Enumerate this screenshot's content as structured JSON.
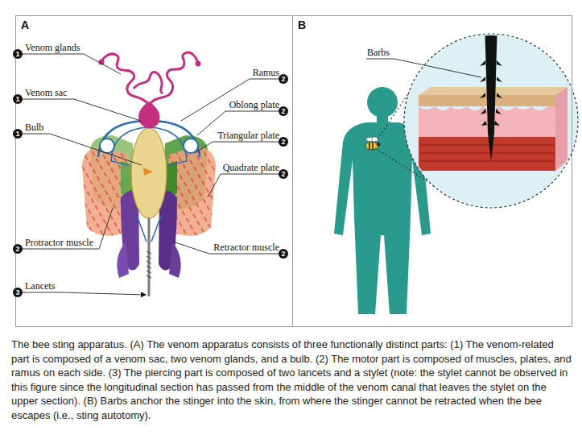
{
  "diagram": {
    "caption": "The bee sting apparatus. (A) The venom apparatus consists of three functionally distinct parts: (1) The venom-related part is composed of a venom sac, two venom glands, and a bulb. (2) The motor part is composed of muscles, plates, and ramus on each side. (3) The piercing part is composed of two lancets and a stylet (note: the stylet cannot be observed in this figure since the longitudinal section has passed from the middle of the venom canal that leaves the stylet on the upper section). (B) Barbs anchor the stinger into the skin, from where the stinger cannot be retracted when the bee escapes (i.e., sting autotomy).",
    "nodes": [
      {
        "text": [
          "A"
        ]
      },
      {
        "text": [
          "B"
        ]
      }
    ],
    "labels": [
      "Venom glands",
      "1",
      "Venom sac",
      "1",
      "Bulb",
      "1",
      "Protractor muscle",
      "2",
      "Lancets",
      "3",
      "Ramus",
      "2",
      "Oblong plate",
      "2",
      "Triangular plate",
      "2",
      "Quadrate plate",
      "2",
      "Retractor muscle",
      "2",
      "Barbs"
    ]
  }
}
